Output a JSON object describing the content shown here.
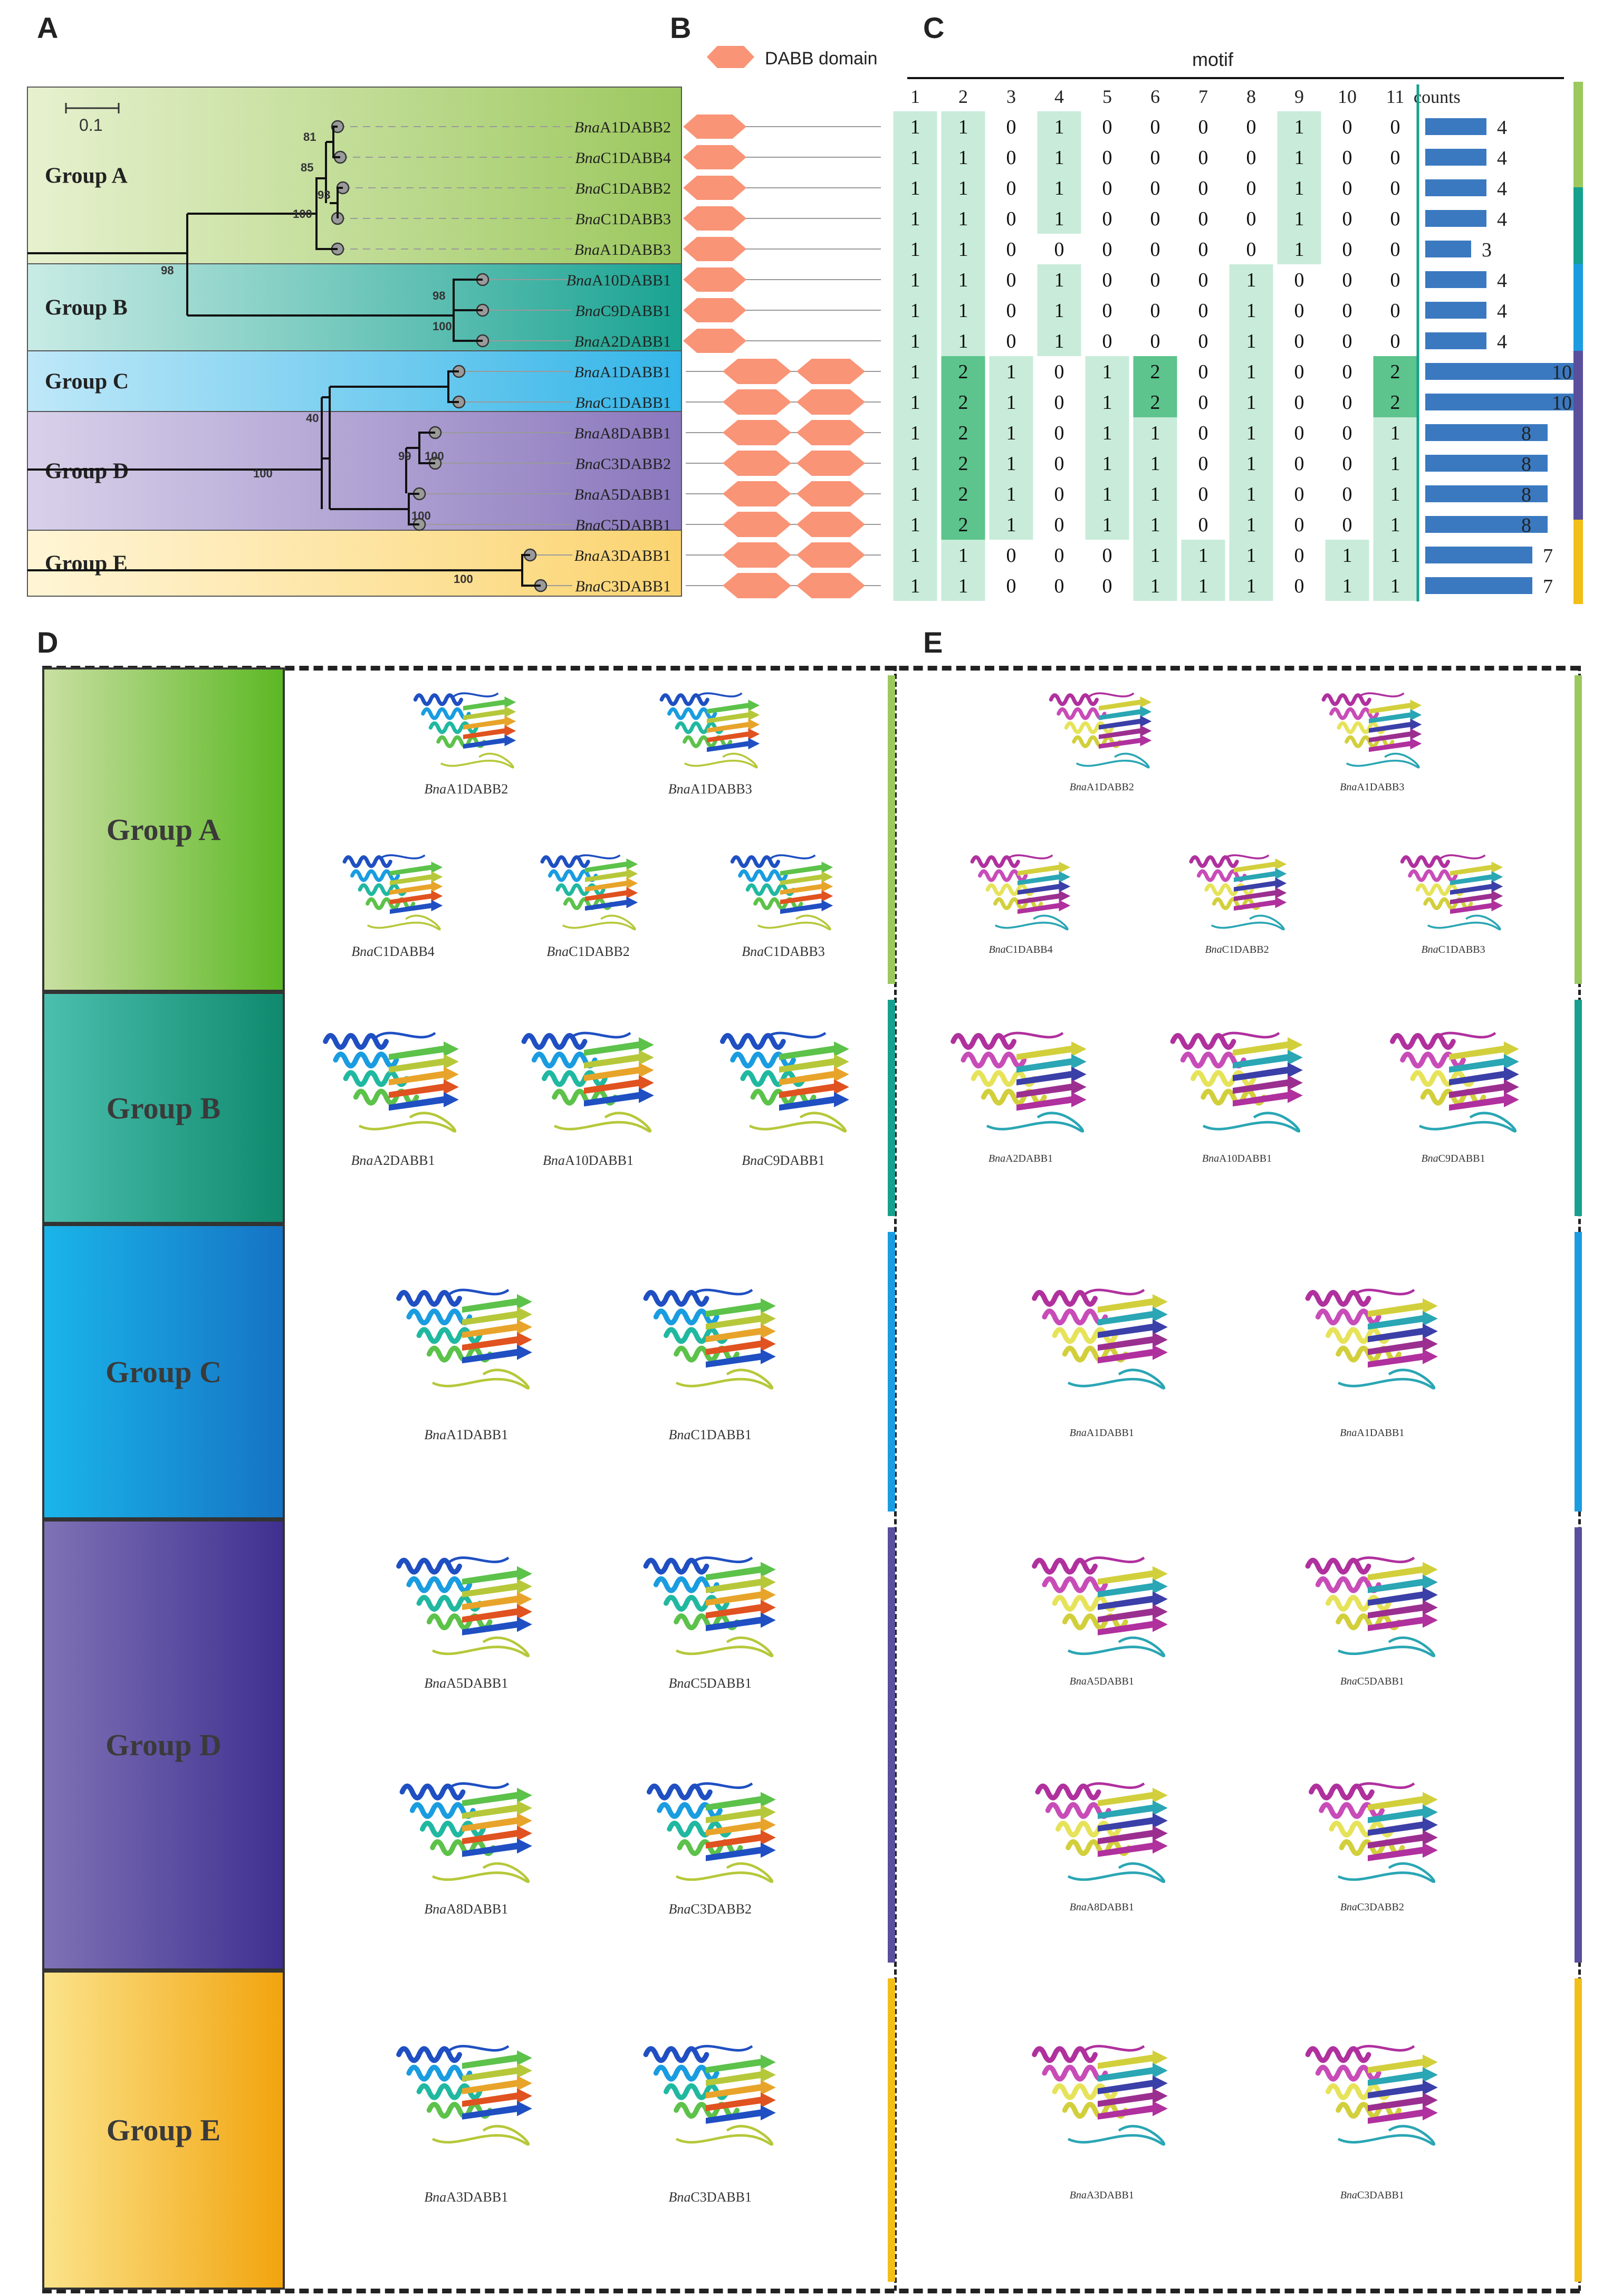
{
  "panels": {
    "a": "A",
    "b": "B",
    "c": "C",
    "d": "D",
    "e": "E"
  },
  "tree": {
    "scale_label": "0.1",
    "groups": [
      {
        "label": "Group A",
        "color_from": "#e7f1cf",
        "color_to": "#9cc85e"
      },
      {
        "label": "Group B",
        "color_from": "#c9ebe5",
        "color_to": "#1aa392"
      },
      {
        "label": "Group C",
        "color_from": "#bfe8f8",
        "color_to": "#33b5e8"
      },
      {
        "label": "Group D",
        "color_from": "#d9d1ea",
        "color_to": "#8a77bd"
      },
      {
        "label": "Group E",
        "color_from": "#fff5d6",
        "color_to": "#fbd470"
      }
    ],
    "bootstrap": [
      "81",
      "85",
      "93",
      "100",
      "98",
      "98",
      "100",
      "100",
      "40",
      "99",
      "100",
      "100",
      "100"
    ],
    "leaves": [
      {
        "prefix": "Bna",
        "name": "A1DABB2"
      },
      {
        "prefix": "Bna",
        "name": "C1DABB4"
      },
      {
        "prefix": "Bna",
        "name": "C1DABB2"
      },
      {
        "prefix": "Bna",
        "name": "C1DABB3"
      },
      {
        "prefix": "Bna",
        "name": "A1DABB3"
      },
      {
        "prefix": "Bna",
        "name": "A10DABB1"
      },
      {
        "prefix": "Bna",
        "name": "C9DABB1"
      },
      {
        "prefix": "Bna",
        "name": "A2DABB1"
      },
      {
        "prefix": "Bna",
        "name": "A1DABB1"
      },
      {
        "prefix": "Bna",
        "name": "C1DABB1"
      },
      {
        "prefix": "Bna",
        "name": "A8DABB1"
      },
      {
        "prefix": "Bna",
        "name": "C3DABB2"
      },
      {
        "prefix": "Bna",
        "name": "A5DABB1"
      },
      {
        "prefix": "Bna",
        "name": "C5DABB1"
      },
      {
        "prefix": "Bna",
        "name": "A3DABB1"
      },
      {
        "prefix": "Bna",
        "name": "C3DABB1"
      }
    ]
  },
  "domain": {
    "legend": "DABB domain",
    "color": "#f99477",
    "counts": [
      1,
      1,
      1,
      1,
      1,
      1,
      1,
      1,
      2,
      2,
      2,
      2,
      2,
      2,
      2,
      2
    ]
  },
  "motif": {
    "title": "motif",
    "columns": [
      "1",
      "2",
      "3",
      "4",
      "5",
      "6",
      "7",
      "8",
      "9",
      "10",
      "11"
    ],
    "counts_label": "counts",
    "rows": [
      [
        1,
        1,
        0,
        1,
        0,
        0,
        0,
        0,
        1,
        0,
        0
      ],
      [
        1,
        1,
        0,
        1,
        0,
        0,
        0,
        0,
        1,
        0,
        0
      ],
      [
        1,
        1,
        0,
        1,
        0,
        0,
        0,
        0,
        1,
        0,
        0
      ],
      [
        1,
        1,
        0,
        1,
        0,
        0,
        0,
        0,
        1,
        0,
        0
      ],
      [
        1,
        1,
        0,
        0,
        0,
        0,
        0,
        0,
        1,
        0,
        0
      ],
      [
        1,
        1,
        0,
        1,
        0,
        0,
        0,
        1,
        0,
        0,
        0
      ],
      [
        1,
        1,
        0,
        1,
        0,
        0,
        0,
        1,
        0,
        0,
        0
      ],
      [
        1,
        1,
        0,
        1,
        0,
        0,
        0,
        1,
        0,
        0,
        0
      ],
      [
        1,
        2,
        1,
        0,
        1,
        2,
        0,
        1,
        0,
        0,
        2
      ],
      [
        1,
        2,
        1,
        0,
        1,
        2,
        0,
        1,
        0,
        0,
        2
      ],
      [
        1,
        2,
        1,
        0,
        1,
        1,
        0,
        1,
        0,
        0,
        1
      ],
      [
        1,
        2,
        1,
        0,
        1,
        1,
        0,
        1,
        0,
        0,
        1
      ],
      [
        1,
        2,
        1,
        0,
        1,
        1,
        0,
        1,
        0,
        0,
        1
      ],
      [
        1,
        2,
        1,
        0,
        1,
        1,
        0,
        1,
        0,
        0,
        1
      ],
      [
        1,
        1,
        0,
        0,
        0,
        1,
        1,
        1,
        0,
        1,
        1
      ],
      [
        1,
        1,
        0,
        0,
        0,
        1,
        1,
        1,
        0,
        1,
        1
      ]
    ],
    "counts": [
      4,
      4,
      4,
      4,
      3,
      4,
      4,
      4,
      10,
      10,
      8,
      8,
      8,
      8,
      7,
      7
    ],
    "light_color": "#c8ecd9",
    "dark_color": "#5cc48c",
    "bar_color": "#3a79c0"
  },
  "structures": {
    "groups": [
      {
        "label": "Group A",
        "side": "#9cc85e",
        "d_rows": [
          [
            "A1DABB2",
            "A1DABB3"
          ],
          [
            "C1DABB4",
            "C1DABB2",
            "C1DABB3"
          ]
        ],
        "e_rows": [
          [
            "A1DABB2",
            "A1DABB3"
          ],
          [
            "C1DABB4",
            "C1DABB2",
            "C1DABB3"
          ]
        ]
      },
      {
        "label": "Group B",
        "side": "#16a08e",
        "d_rows": [
          [
            "A2DABB1",
            "A10DABB1",
            "C9DABB1"
          ]
        ],
        "e_rows": [
          [
            "A2DABB1",
            "A10DABB1",
            "C9DABB1"
          ]
        ]
      },
      {
        "label": "Group C",
        "side": "#1a9ce0",
        "d_rows": [
          [
            "A1DABB1",
            "C1DABB1"
          ]
        ],
        "e_rows": [
          [
            "A1DABB1",
            "A1DABB1"
          ]
        ]
      },
      {
        "label": "Group D",
        "side": "#5a4f9c",
        "d_rows": [
          [
            "A5DABB1",
            "C5DABB1"
          ],
          [
            "A8DABB1",
            "C3DABB2"
          ]
        ],
        "e_rows": [
          [
            "A5DABB1",
            "C5DABB1"
          ],
          [
            "A8DABB1",
            "C3DABB2"
          ]
        ]
      },
      {
        "label": "Group E",
        "side": "#f2be18",
        "d_rows": [
          [
            "A3DABB1",
            "C3DABB1"
          ]
        ],
        "e_rows": [
          [
            "A3DABB1",
            "C3DABB1"
          ]
        ]
      }
    ],
    "prefix": "Bna",
    "panel_gradients": [
      [
        "#c9dfa1",
        "#5cb824"
      ],
      [
        "#4bbfae",
        "#0f8a6e"
      ],
      [
        "#1ab5ea",
        "#1673c4"
      ],
      [
        "#7f72b5",
        "#3f3090"
      ],
      [
        "#fbe38a",
        "#f2a40e"
      ]
    ]
  }
}
